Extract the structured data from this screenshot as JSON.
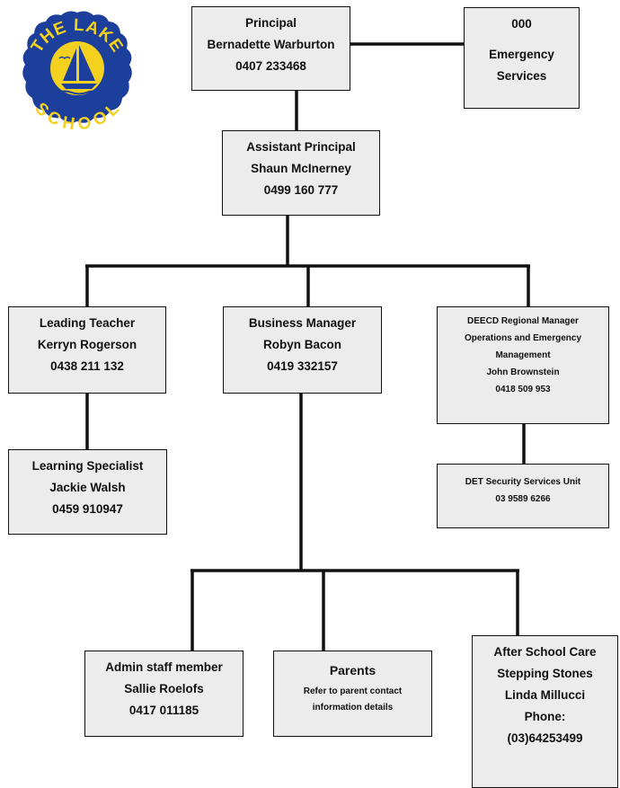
{
  "logo": {
    "text_top": "THE LAKE",
    "text_bottom": "SCHOOL",
    "colors": {
      "outer": "#1c3f9c",
      "inner": "#f4d11f",
      "text": "#f4d11f"
    },
    "icon": "sailboat-icon"
  },
  "nodes": {
    "principal": {
      "title": "Principal",
      "name": "Bernadette Warburton",
      "phone": "0407 233468"
    },
    "emergency": {
      "line1": "000",
      "line2": "Emergency",
      "line3": "Services"
    },
    "assistant_principal": {
      "title": "Assistant Principal",
      "name": "Shaun McInerney",
      "phone": "0499 160 777"
    },
    "leading_teacher": {
      "title": "Leading Teacher",
      "name": "Kerryn Rogerson",
      "phone": "0438 211 132"
    },
    "business_manager": {
      "title": "Business Manager",
      "name": "Robyn Bacon",
      "phone": "0419 332157"
    },
    "deecd": {
      "line1": "DEECD Regional Manager",
      "line2": "Operations and Emergency",
      "line3": "Management",
      "name": "John Brownstein",
      "phone": "0418 509 953"
    },
    "learning_specialist": {
      "title": "Learning Specialist",
      "name": "Jackie Walsh",
      "phone": "0459 910947"
    },
    "det_security": {
      "title": "DET Security Services Unit",
      "phone": "03 9589 6266"
    },
    "admin_staff": {
      "title": "Admin staff member",
      "name": "Sallie Roelofs",
      "phone": "0417 011185"
    },
    "parents": {
      "title": "Parents",
      "note_line1": "Refer to parent contact",
      "note_line2": "information details"
    },
    "after_school_care": {
      "title": "After School Care",
      "org": "Stepping Stones",
      "name": "Linda Millucci",
      "phone_label": "Phone:",
      "phone": "(03)64253499"
    }
  },
  "edges": [
    [
      "principal",
      "emergency"
    ],
    [
      "principal",
      "assistant_principal"
    ],
    [
      "assistant_principal",
      "leading_teacher"
    ],
    [
      "assistant_principal",
      "business_manager"
    ],
    [
      "assistant_principal",
      "deecd"
    ],
    [
      "leading_teacher",
      "learning_specialist"
    ],
    [
      "deecd",
      "det_security"
    ],
    [
      "business_manager",
      "admin_staff"
    ],
    [
      "business_manager",
      "parents"
    ],
    [
      "business_manager",
      "after_school_care"
    ]
  ],
  "colors": {
    "box_fill": "#ececec",
    "line": "#111111"
  }
}
